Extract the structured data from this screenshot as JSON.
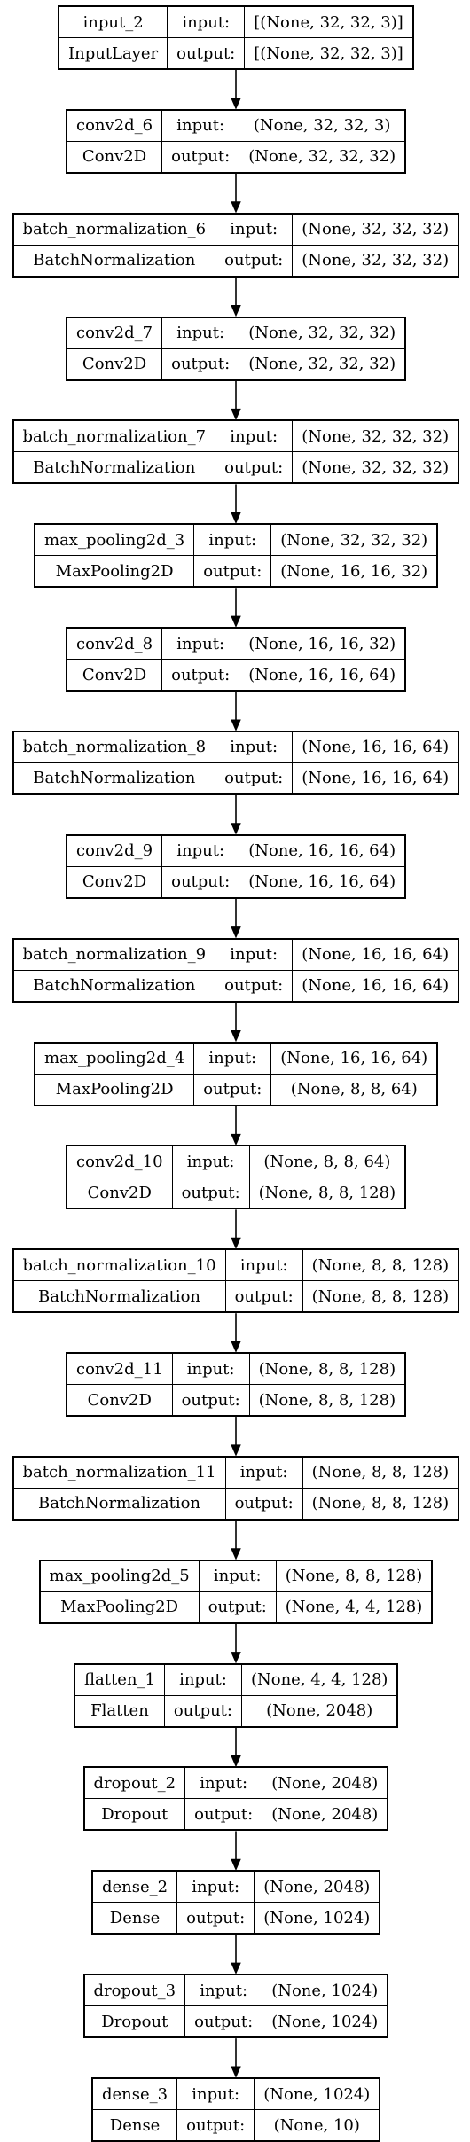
{
  "layers": [
    {
      "name": "input_2",
      "type": "InputLayer",
      "input_label": "input:",
      "output_label": "output:",
      "input_shape": "[(None, 32, 32, 3)]",
      "output_shape": "[(None, 32, 32, 3)]"
    },
    {
      "name": "conv2d_6",
      "type": "Conv2D",
      "input_label": "input:",
      "output_label": "output:",
      "input_shape": "(None, 32, 32, 3)",
      "output_shape": "(None, 32, 32, 32)"
    },
    {
      "name": "batch_normalization_6",
      "type": "BatchNormalization",
      "input_label": "input:",
      "output_label": "output:",
      "input_shape": "(None, 32, 32, 32)",
      "output_shape": "(None, 32, 32, 32)"
    },
    {
      "name": "conv2d_7",
      "type": "Conv2D",
      "input_label": "input:",
      "output_label": "output:",
      "input_shape": "(None, 32, 32, 32)",
      "output_shape": "(None, 32, 32, 32)"
    },
    {
      "name": "batch_normalization_7",
      "type": "BatchNormalization",
      "input_label": "input:",
      "output_label": "output:",
      "input_shape": "(None, 32, 32, 32)",
      "output_shape": "(None, 32, 32, 32)"
    },
    {
      "name": "max_pooling2d_3",
      "type": "MaxPooling2D",
      "input_label": "input:",
      "output_label": "output:",
      "input_shape": "(None, 32, 32, 32)",
      "output_shape": "(None, 16, 16, 32)"
    },
    {
      "name": "conv2d_8",
      "type": "Conv2D",
      "input_label": "input:",
      "output_label": "output:",
      "input_shape": "(None, 16, 16, 32)",
      "output_shape": "(None, 16, 16, 64)"
    },
    {
      "name": "batch_normalization_8",
      "type": "BatchNormalization",
      "input_label": "input:",
      "output_label": "output:",
      "input_shape": "(None, 16, 16, 64)",
      "output_shape": "(None, 16, 16, 64)"
    },
    {
      "name": "conv2d_9",
      "type": "Conv2D",
      "input_label": "input:",
      "output_label": "output:",
      "input_shape": "(None, 16, 16, 64)",
      "output_shape": "(None, 16, 16, 64)"
    },
    {
      "name": "batch_normalization_9",
      "type": "BatchNormalization",
      "input_label": "input:",
      "output_label": "output:",
      "input_shape": "(None, 16, 16, 64)",
      "output_shape": "(None, 16, 16, 64)"
    },
    {
      "name": "max_pooling2d_4",
      "type": "MaxPooling2D",
      "input_label": "input:",
      "output_label": "output:",
      "input_shape": "(None, 16, 16, 64)",
      "output_shape": "(None, 8, 8, 64)"
    },
    {
      "name": "conv2d_10",
      "type": "Conv2D",
      "input_label": "input:",
      "output_label": "output:",
      "input_shape": "(None, 8, 8, 64)",
      "output_shape": "(None, 8, 8, 128)"
    },
    {
      "name": "batch_normalization_10",
      "type": "BatchNormalization",
      "input_label": "input:",
      "output_label": "output:",
      "input_shape": "(None, 8, 8, 128)",
      "output_shape": "(None, 8, 8, 128)"
    },
    {
      "name": "conv2d_11",
      "type": "Conv2D",
      "input_label": "input:",
      "output_label": "output:",
      "input_shape": "(None, 8, 8, 128)",
      "output_shape": "(None, 8, 8, 128)"
    },
    {
      "name": "batch_normalization_11",
      "type": "BatchNormalization",
      "input_label": "input:",
      "output_label": "output:",
      "input_shape": "(None, 8, 8, 128)",
      "output_shape": "(None, 8, 8, 128)"
    },
    {
      "name": "max_pooling2d_5",
      "type": "MaxPooling2D",
      "input_label": "input:",
      "output_label": "output:",
      "input_shape": "(None, 8, 8, 128)",
      "output_shape": "(None, 4, 4, 128)"
    },
    {
      "name": "flatten_1",
      "type": "Flatten",
      "input_label": "input:",
      "output_label": "output:",
      "input_shape": "(None, 4, 4, 128)",
      "output_shape": "(None, 2048)"
    },
    {
      "name": "dropout_2",
      "type": "Dropout",
      "input_label": "input:",
      "output_label": "output:",
      "input_shape": "(None, 2048)",
      "output_shape": "(None, 2048)"
    },
    {
      "name": "dense_2",
      "type": "Dense",
      "input_label": "input:",
      "output_label": "output:",
      "input_shape": "(None, 2048)",
      "output_shape": "(None, 1024)"
    },
    {
      "name": "dropout_3",
      "type": "Dropout",
      "input_label": "input:",
      "output_label": "output:",
      "input_shape": "(None, 1024)",
      "output_shape": "(None, 1024)"
    },
    {
      "name": "dense_3",
      "type": "Dense",
      "input_label": "input:",
      "output_label": "output:",
      "input_shape": "(None, 1024)",
      "output_shape": "(None, 10)"
    }
  ],
  "colors": {
    "line": "#000000",
    "background": "#ffffff",
    "text": "#000000"
  }
}
